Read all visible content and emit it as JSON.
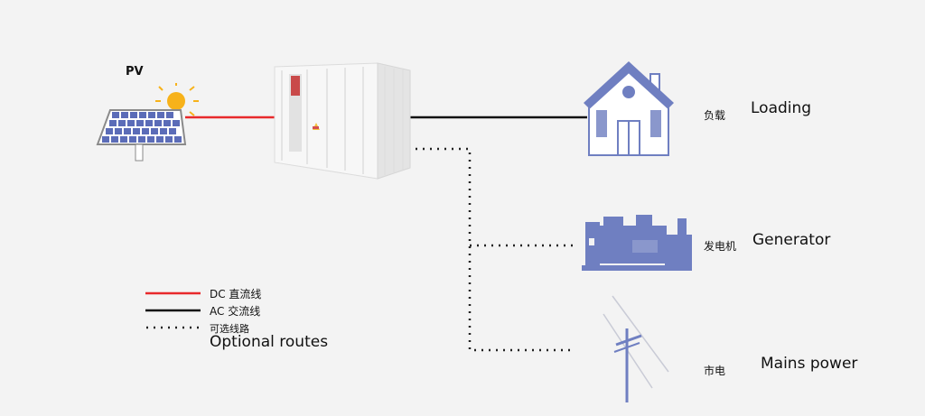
{
  "pv": {
    "label": "PV"
  },
  "loading": {
    "cn": "负载",
    "en": "Loading"
  },
  "generator": {
    "cn": "发电机",
    "en": "Generator"
  },
  "mains": {
    "cn": "市电",
    "en": "Mains power"
  },
  "legend": {
    "dc": "DC 直流线",
    "ac": "AC 交流线",
    "optional_cn": "可选线路",
    "optional_en": "Optional routes"
  },
  "colors": {
    "dc_line": "#e8292b",
    "ac_line": "#111111",
    "icon": "#6f7fc1",
    "background": "#f3f3f3"
  }
}
